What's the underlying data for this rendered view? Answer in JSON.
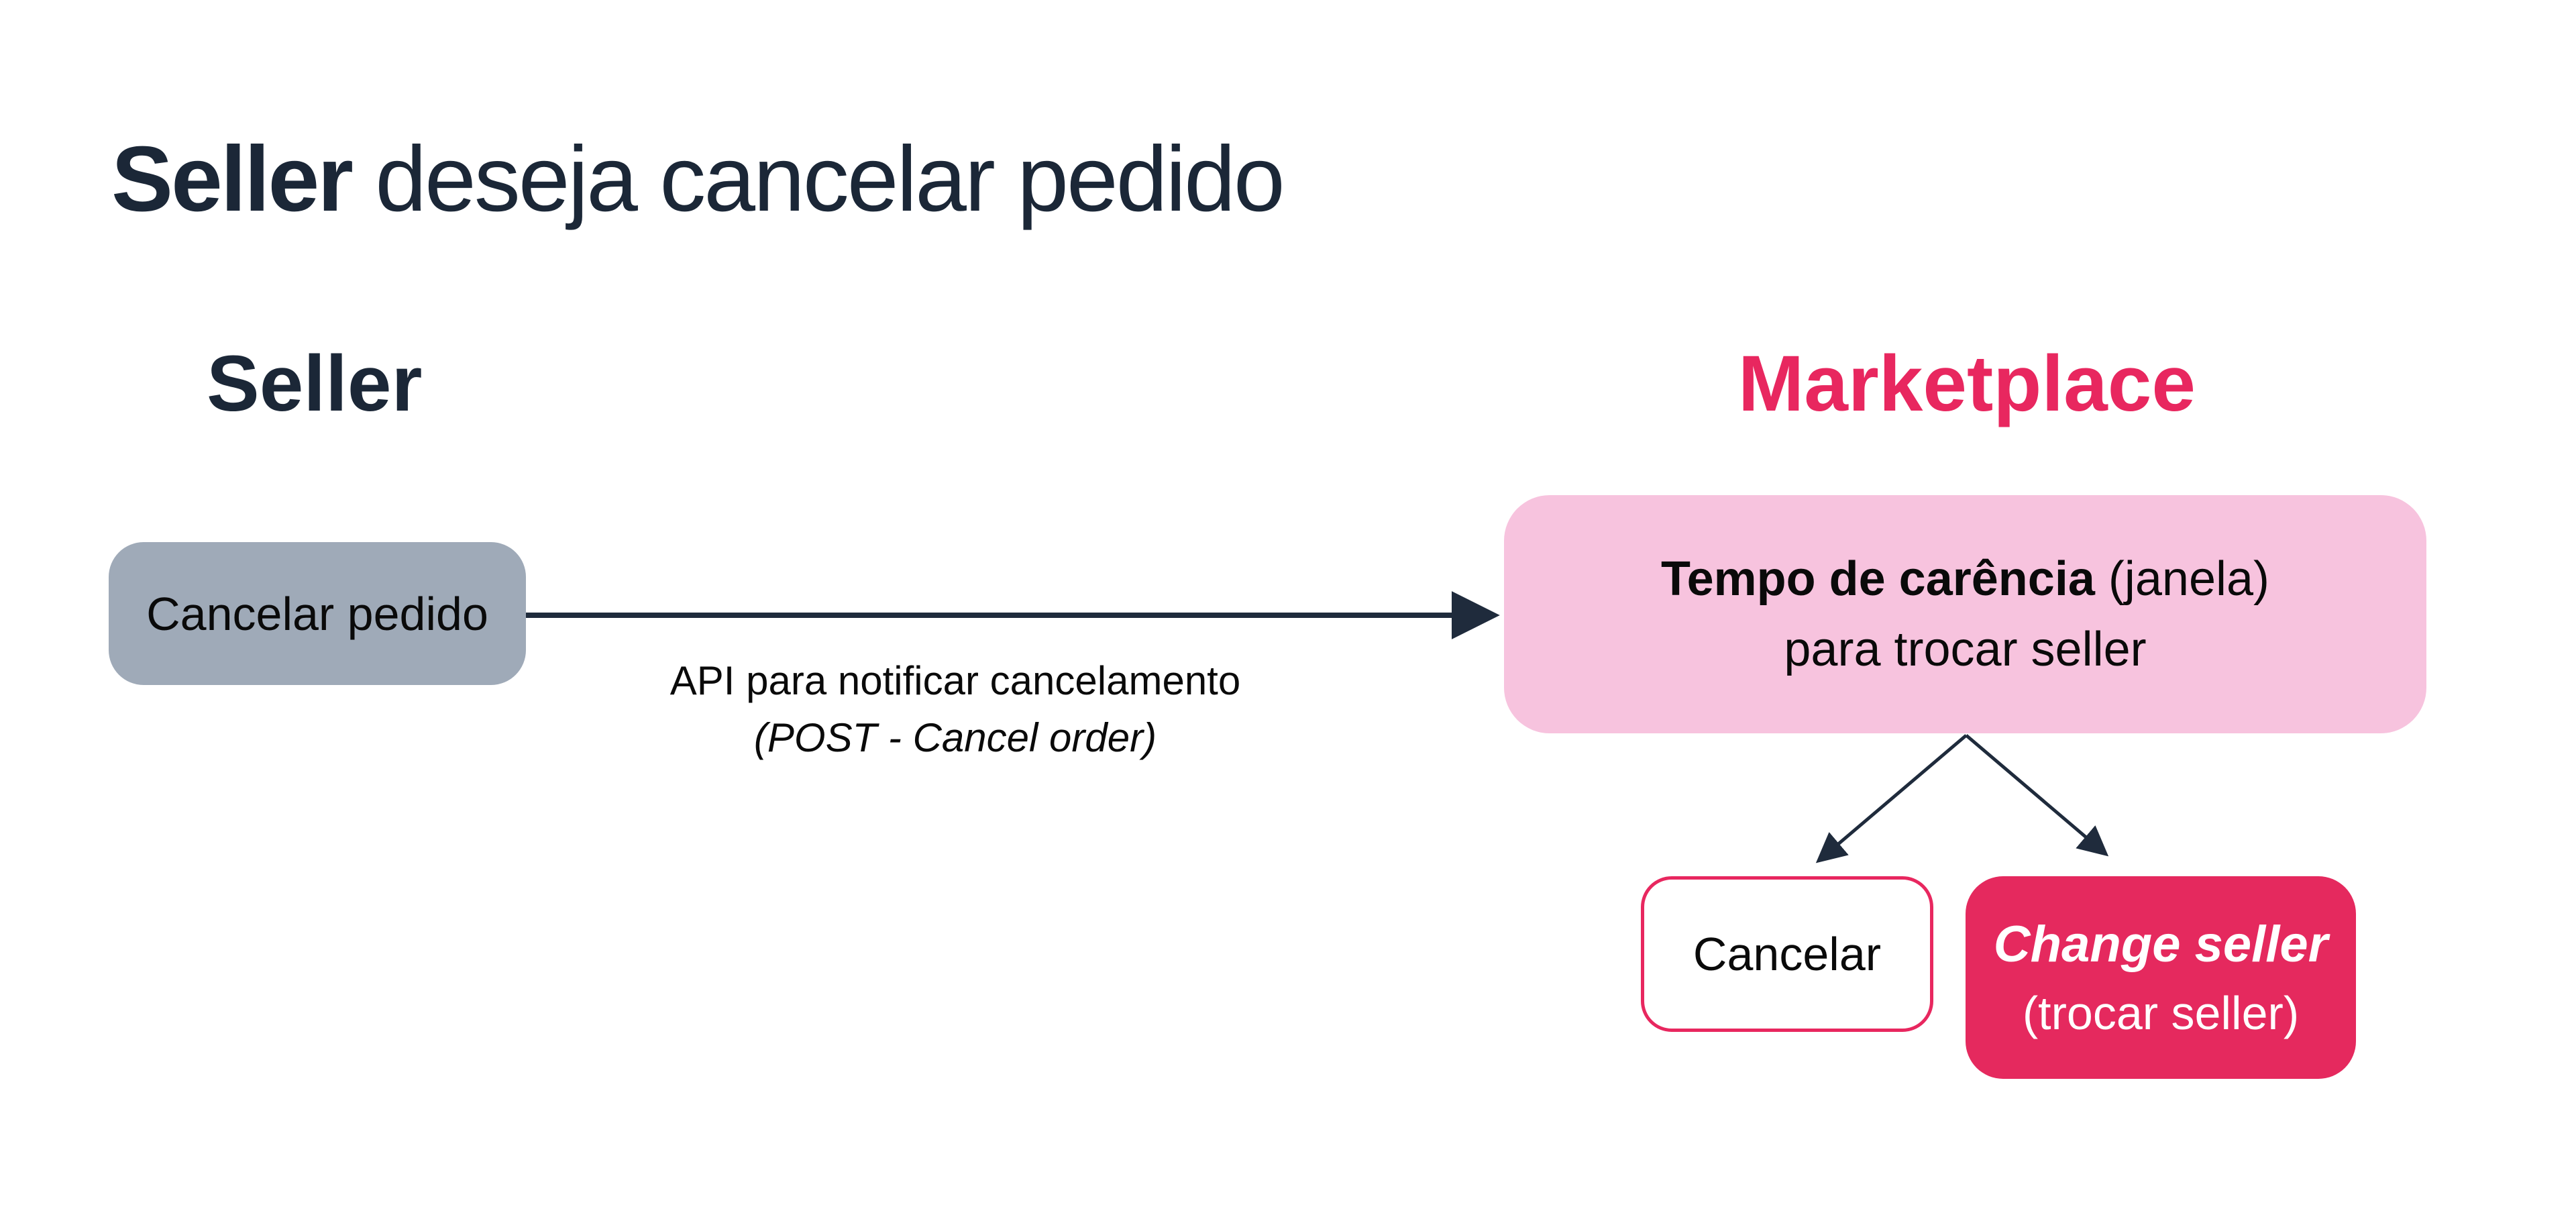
{
  "title": {
    "highlight": "Seller",
    "rest": "deseja cancelar pedido"
  },
  "lanes": {
    "left": "Seller",
    "right": "Marketplace"
  },
  "nodes": {
    "cancel_order": {
      "label": "Cancelar pedido"
    },
    "grace_period": {
      "line1_bold": "Tempo de carência",
      "line1_rest": "(janela)",
      "line2": "para trocar seller"
    },
    "cancel_option": {
      "label": "Cancelar"
    },
    "change_seller": {
      "line1": "Change seller",
      "line2": "(trocar seller)"
    }
  },
  "edges": {
    "api_call": {
      "line1": "API para notificar cancelamento",
      "line2": "(POST - Cancel order)"
    }
  },
  "colors": {
    "navy_text": "#1b2737",
    "arrow_navy": "#1f2b3c",
    "pink_accent": "#e8275f",
    "crimson_node": "#e5295e",
    "light_pink_node": "#f7c3de",
    "gray_node": "#9faab8",
    "body_text": "#0a0a0a",
    "background": "#ffffff",
    "white_text": "#ffffff"
  }
}
